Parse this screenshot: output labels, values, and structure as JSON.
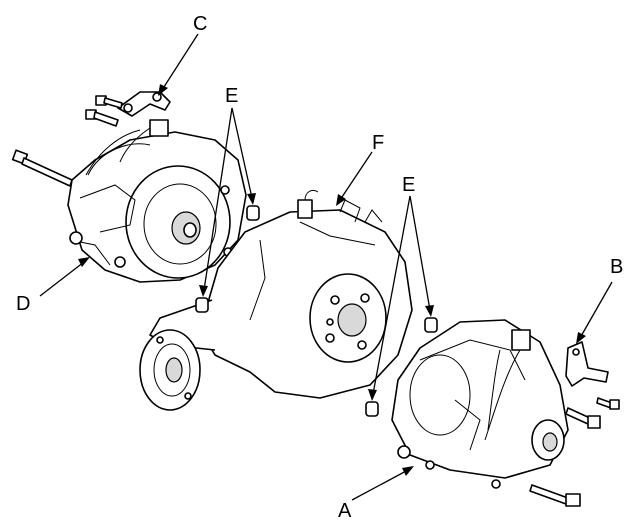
{
  "labels": {
    "a": "A",
    "b": "B",
    "c": "C",
    "d": "D",
    "e1": "E",
    "e2": "E",
    "f": "F"
  }
}
